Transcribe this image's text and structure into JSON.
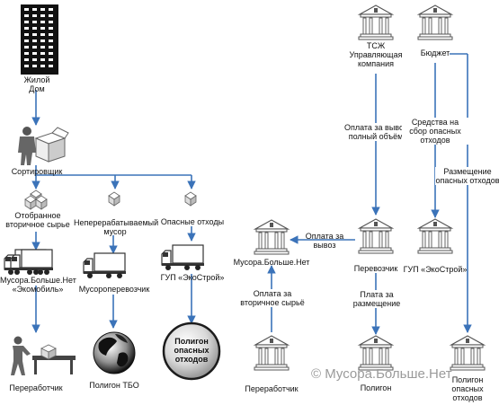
{
  "nodes": {
    "house": "Жилой\nДом",
    "sorter": "Сортировщик",
    "sorted_recyclables": "Отобранное\nвторичное сырье",
    "non_recyclable": "Неперерабатываемый\nмусор",
    "hazardous": "Опасные отходы",
    "truck_mbn": "Мусора.Больше.Нет\n«Экомобиль»",
    "truck_garbage": "Мусороперевозчик",
    "truck_gup": "ГУП «ЭкоСтрой»",
    "recycler_left": "Переработчик",
    "landfill_tbo": "Полигон ТБО",
    "hazard_landfill_circle": "Полигон\nопасных\nотходов",
    "bank_mbn": "Мусора.Больше.Нет",
    "bank_tszh": "ТСЖ\nУправляющая\nкомпания",
    "bank_budget": "Бюджет",
    "bank_carrier": "Перевозчик",
    "bank_gup": "ГУП «ЭкоСтрой»",
    "bank_recycler": "Переработчик",
    "bank_landfill": "Полигон",
    "bank_hazard_landfill": "Полигон\nопасных\nотходов"
  },
  "flows": {
    "full_removal_payment": "Оплата за вывоз\nполный объём",
    "hazard_collection_funds": "Средства на\nсбор опасных\nотходов",
    "hazard_placement": "Размещение\nопасных отходов",
    "removal_payment": "Оплата за\nвывоз",
    "recyclables_payment": "Оплата за\nвторичное сырьё",
    "placement_payment": "Плата за\nразмещение"
  },
  "watermark": "© Мусора.Больше.Нет",
  "colors": {
    "arrow": "#3b73b9",
    "line": "#666666",
    "dark": "#222222",
    "building": "#555555"
  }
}
